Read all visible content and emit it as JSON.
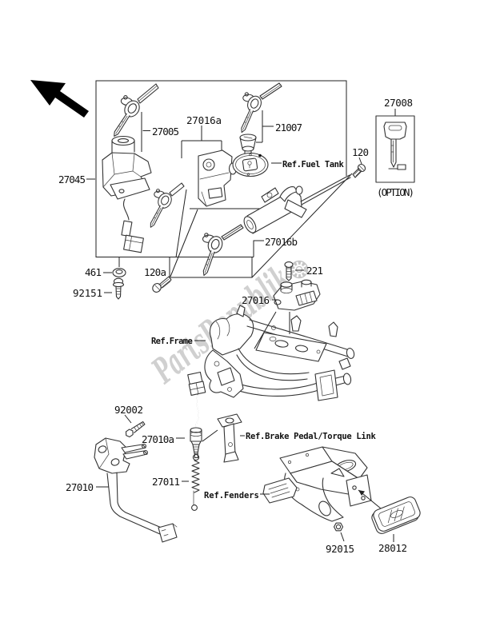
{
  "watermark": {
    "text": "PartsRepublik",
    "color": "#c5c5c5"
  },
  "labels": {
    "l27005": "27005",
    "l27016a": "27016a",
    "l21007": "21007",
    "l27008": "27008",
    "l120": "120",
    "l27045": "27045",
    "ref_fuel_tank": "Ref.Fuel Tank",
    "option_note": "(OPTION)",
    "l27016b": "27016b",
    "l461": "461",
    "l120a": "120a",
    "l221": "221",
    "l92151": "92151",
    "l27016": "27016",
    "ref_frame": "Ref.Frame",
    "l92002": "92002",
    "l27010a": "27010a",
    "ref_brake": "Ref.Brake Pedal/Torque Link",
    "l27010": "27010",
    "l27011": "27011",
    "ref_fenders": "Ref.Fenders",
    "l92015": "92015",
    "l28012": "28012"
  }
}
